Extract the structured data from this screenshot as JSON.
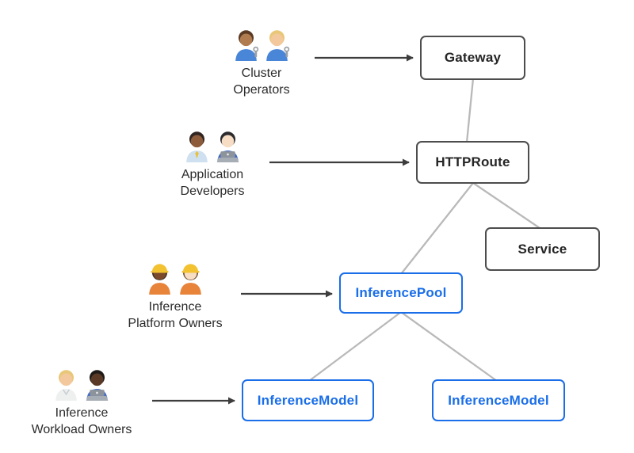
{
  "colors": {
    "node_border": "#4d4d4d",
    "node_text": "#252525",
    "inference_accent": "#1a6ee8",
    "connector": "#b9b9b9",
    "arrow": "#3d3d3d",
    "label_text": "#2b2b2b",
    "background": "#ffffff"
  },
  "personas": [
    {
      "id": "cluster-operators",
      "line1": "Cluster",
      "line2": "Operators",
      "icons": [
        {
          "name": "man-mechanic-icon",
          "skin": "#b07b4f",
          "hair": "#5a3a22",
          "shirt": "#4a86d8",
          "wrench": true
        },
        {
          "name": "woman-mechanic-icon",
          "skin": "#f3c89d",
          "hair": "#e8c878",
          "shirt": "#4a86d8",
          "wrench": true
        }
      ]
    },
    {
      "id": "application-developers",
      "line1": "Application",
      "line2": "Developers",
      "icons": [
        {
          "name": "man-office-worker-icon",
          "skin": "#8d5a3a",
          "hair": "#2f2420",
          "shirt": "#cfe0f0",
          "tie": "#e8c13a"
        },
        {
          "name": "woman-technologist-icon",
          "skin": "#f6ddc4",
          "hair": "#2b2b2e",
          "shirt": "#3a66c4",
          "laptop": true
        }
      ]
    },
    {
      "id": "inference-platform-owners",
      "line1": "Inference",
      "line2": "Platform Owners",
      "icons": [
        {
          "name": "woman-construction-worker-icon",
          "skin": "#7a4a2b",
          "hair": "#3a2a20",
          "shirt": "#e8833a",
          "hat": "#f2c230"
        },
        {
          "name": "man-construction-worker-icon",
          "skin": "#f6ddc4",
          "hair": "#6b4a2b",
          "shirt": "#e8833a",
          "hat": "#f2c230"
        }
      ]
    },
    {
      "id": "inference-workload-owners",
      "line1": "Inference",
      "line2": "Workload Owners",
      "icons": [
        {
          "name": "health-worker-icon",
          "skin": "#f3c89d",
          "hair": "#e8c878",
          "shirt": "#eef0f0",
          "coat": true
        },
        {
          "name": "man-technologist-icon",
          "skin": "#5a3a26",
          "hair": "#1e1a18",
          "shirt": "#3a66c4",
          "laptop": true
        }
      ]
    }
  ],
  "nodes": [
    {
      "id": "gateway",
      "label": "Gateway",
      "style": "standard"
    },
    {
      "id": "httproute",
      "label": "HTTPRoute",
      "style": "standard"
    },
    {
      "id": "service",
      "label": "Service",
      "style": "standard"
    },
    {
      "id": "inferencepool",
      "label": "InferencePool",
      "style": "inference"
    },
    {
      "id": "inferencemodel-left",
      "label": "InferenceModel",
      "style": "inference"
    },
    {
      "id": "inferencemodel-right",
      "label": "InferenceModel",
      "style": "inference"
    }
  ],
  "edges": [
    {
      "from": "cluster-operators",
      "to": "gateway",
      "type": "arrow"
    },
    {
      "from": "application-developers",
      "to": "httproute",
      "type": "arrow"
    },
    {
      "from": "inference-platform-owners",
      "to": "inferencepool",
      "type": "arrow"
    },
    {
      "from": "inference-workload-owners",
      "to": "inferencemodel-left",
      "type": "arrow"
    },
    {
      "from": "gateway",
      "to": "httproute",
      "type": "line"
    },
    {
      "from": "httproute",
      "to": "inferencepool",
      "type": "line"
    },
    {
      "from": "httproute",
      "to": "service",
      "type": "line"
    },
    {
      "from": "inferencepool",
      "to": "inferencemodel-left",
      "type": "line"
    },
    {
      "from": "inferencepool",
      "to": "inferencemodel-right",
      "type": "line"
    }
  ]
}
